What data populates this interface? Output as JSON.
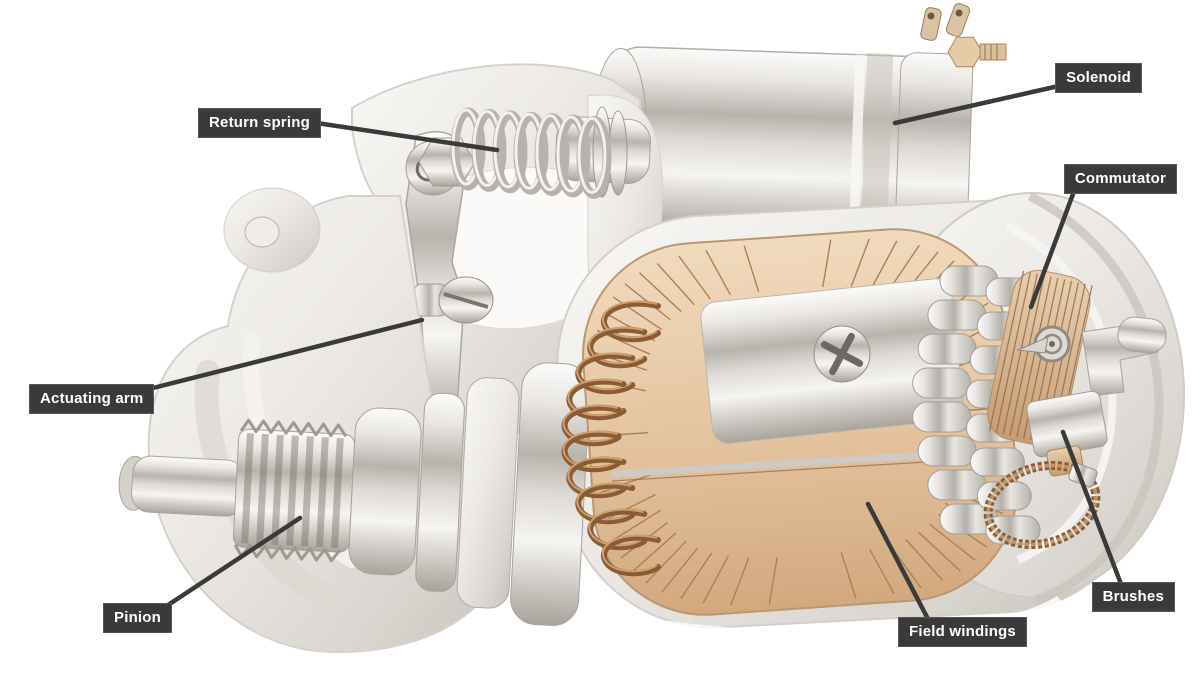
{
  "diagram": {
    "labels": {
      "return_spring": "Return spring",
      "solenoid": "Solenoid",
      "commutator": "Commutator",
      "actuating_arm": "Actuating arm",
      "pinion": "Pinion",
      "field_windings": "Field windings",
      "brushes": "Brushes"
    },
    "colors": {
      "background": "#ffffff",
      "label_background": "#3a3a3a",
      "label_text": "#ffffff",
      "leader_line": "#3a3a3a",
      "housing_metal": "#e8e5e1",
      "winding_tan": "#e3c19c",
      "copper_wire": "#8a5c36"
    }
  }
}
